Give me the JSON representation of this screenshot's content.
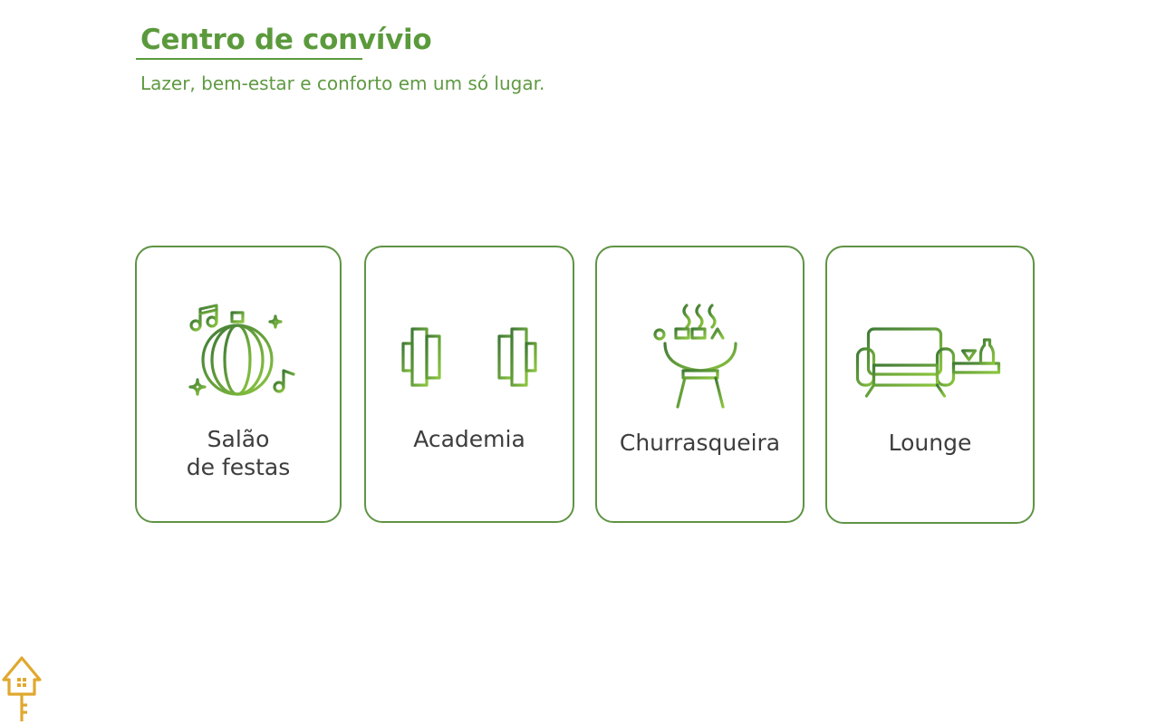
{
  "header": {
    "title": "Centro de convívio",
    "subtitle": "Lazer, bem-estar e conforto em um só lugar."
  },
  "cards": [
    {
      "label_line1": "Salão",
      "label_line2": "de festas",
      "icon": "disco-ball-icon"
    },
    {
      "label": "Academia",
      "icon": "dumbbell-icon"
    },
    {
      "label": "Churrasqueira",
      "icon": "barbecue-grill-icon"
    },
    {
      "label": "Lounge",
      "icon": "sofa-icon"
    }
  ],
  "colors": {
    "green": "#5b9a3c",
    "light_green": "#8cc63f",
    "dark_green": "#3f7a36",
    "text": "#3d3d3d",
    "logo_gold": "#e0a82e"
  }
}
